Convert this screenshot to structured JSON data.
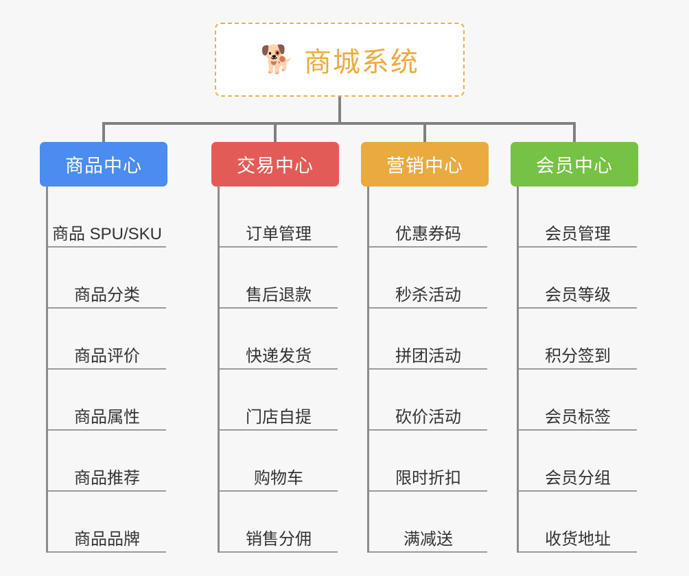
{
  "page": {
    "background_color": "#f7f7f7",
    "diagram_type": "org-chart"
  },
  "root": {
    "icon": "shiba-dog-face-emoji",
    "emoji": "🐕",
    "title": "商城系统",
    "text_color": "#ecab3e",
    "border_color": "#e8b04b",
    "background_color": "#ffffff"
  },
  "connector": {
    "color": "#808080"
  },
  "categories": [
    {
      "label": "商品中心",
      "color": "#4a8cf0",
      "items": [
        "商品 SPU/SKU",
        "商品分类",
        "商品评价",
        "商品属性",
        "商品推荐",
        "商品品牌"
      ]
    },
    {
      "label": "交易中心",
      "color": "#e35b57",
      "items": [
        "订单管理",
        "售后退款",
        "快递发货",
        "门店自提",
        "购物车",
        "销售分佣"
      ]
    },
    {
      "label": "营销中心",
      "color": "#e9ab3f",
      "items": [
        "优惠券码",
        "秒杀活动",
        "拼团活动",
        "砍价活动",
        "限时折扣",
        "满减送"
      ]
    },
    {
      "label": "会员中心",
      "color": "#76c244",
      "items": [
        "会员管理",
        "会员等级",
        "积分签到",
        "会员标签",
        "会员分组",
        "收货地址"
      ]
    }
  ]
}
